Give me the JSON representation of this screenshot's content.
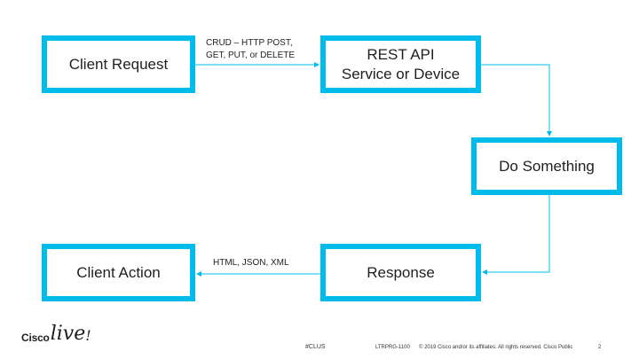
{
  "boxes": {
    "client_request": [
      "Client Request"
    ],
    "rest_api": [
      "REST API",
      "Service or Device"
    ],
    "do_something": [
      "Do Something"
    ],
    "response": [
      "Response"
    ],
    "client_action": [
      "Client Action"
    ]
  },
  "edge_labels": {
    "request_methods": [
      "CRUD – HTTP POST,",
      "GET, PUT, or DELETE"
    ],
    "response_formats": "HTML, JSON, XML"
  },
  "footer": {
    "logo_cisco": "Cisco",
    "logo_live": "live",
    "logo_bang": "!",
    "hashtag": "#CLUS",
    "session_id": "LTRPRG-1100",
    "copyright": "© 2019 Cisco and/or its affiliates. All rights reserved. Cisco Public",
    "page_number": "2"
  },
  "colors": {
    "accent": "#00bceb",
    "text": "#1f1f1f"
  }
}
